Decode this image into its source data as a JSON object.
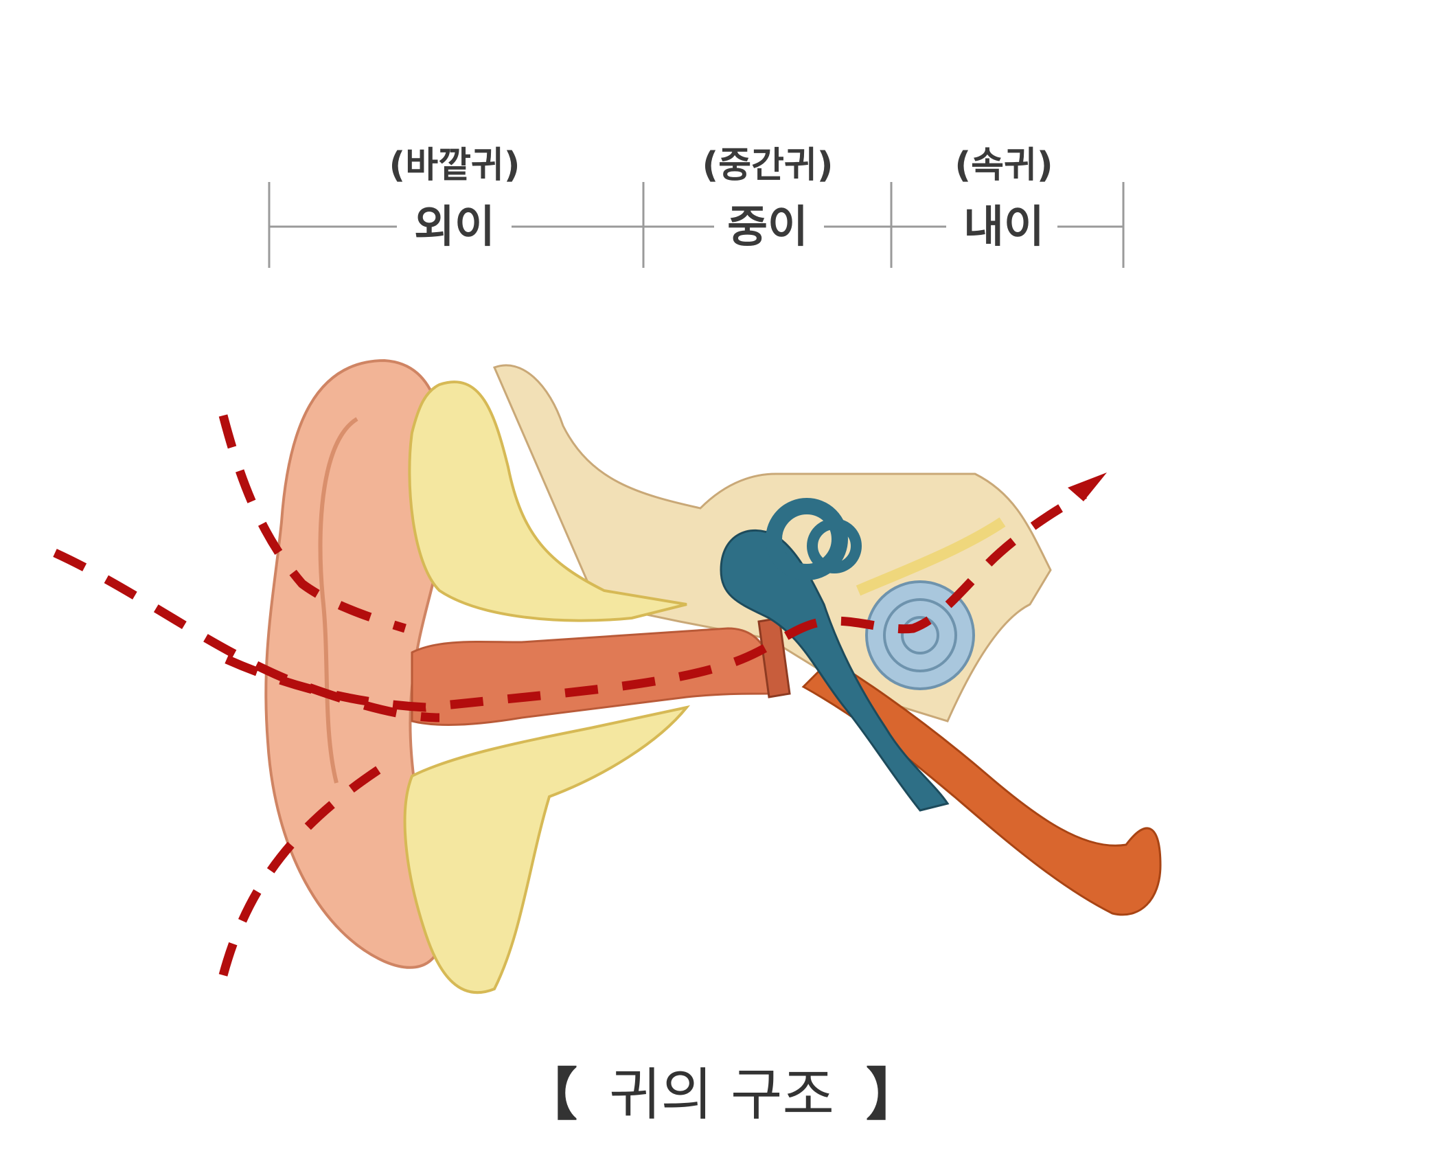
{
  "sections": [
    {
      "sub": "(바깥귀)",
      "main": "외이"
    },
    {
      "sub": "(중간귀)",
      "main": "중이"
    },
    {
      "sub": "(속귀)",
      "main": "내이"
    }
  ],
  "caption": {
    "open": "【",
    "text": "귀의 구조",
    "close": "】"
  },
  "colors": {
    "dash_line": "#b30d0d",
    "auricle": "#f2b496",
    "canal": "#e07a55",
    "cartilage": "#f4e7a0",
    "bone": "#f2e0b6",
    "inner_ear": "#2e6f86",
    "cochlea": "#a9c7dd",
    "tube": "#d9662e"
  }
}
